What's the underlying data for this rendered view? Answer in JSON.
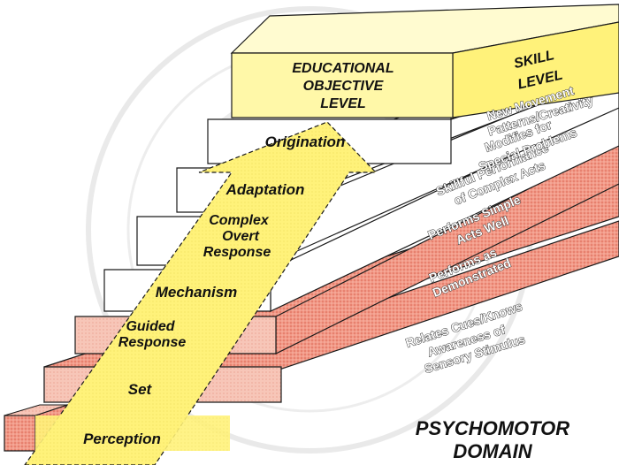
{
  "colors": {
    "step_salmon": "#ee8a7a",
    "step_white": "#ffffff",
    "top_box_face": "#fff8a8",
    "arrow_yellow": "#fff27a",
    "outline": "#1a1a1a",
    "watermark": "#cfcfcf"
  },
  "diagram": {
    "header": {
      "objective_line1": "EDUCATIONAL",
      "objective_line2": "OBJECTIVE",
      "objective_line3": "LEVEL",
      "skill_line1": "SKILL",
      "skill_line2": "LEVEL"
    },
    "levels": [
      {
        "label": "Perception",
        "skill_line1": "Awareness of",
        "skill_line2": "Sensory Stimulus"
      },
      {
        "label": "Set",
        "skill_line1": "Relates Cues/Knows",
        "skill_line2": ""
      },
      {
        "label_line1": "Guided",
        "label_line2": "Response",
        "skill_line1": "Performs as",
        "skill_line2": "Demonstrated"
      },
      {
        "label": "Mechanism",
        "skill_line1": "Performs Simple",
        "skill_line2": "Acts Well"
      },
      {
        "label_line1": "Complex",
        "label_line2": "Overt",
        "label_line3": "Response",
        "skill_line1": "Skillful Performance",
        "skill_line2": "of Complex Acts"
      },
      {
        "label": "Adaptation",
        "skill_line1": "Modifies for",
        "skill_line2": "Special Problems"
      },
      {
        "label": "Origination",
        "skill_line1": "New Movement",
        "skill_line2": "Patterns/Creativity"
      }
    ],
    "domain_line1": "PSYCHOMOTOR",
    "domain_line2": "DOMAIN"
  }
}
